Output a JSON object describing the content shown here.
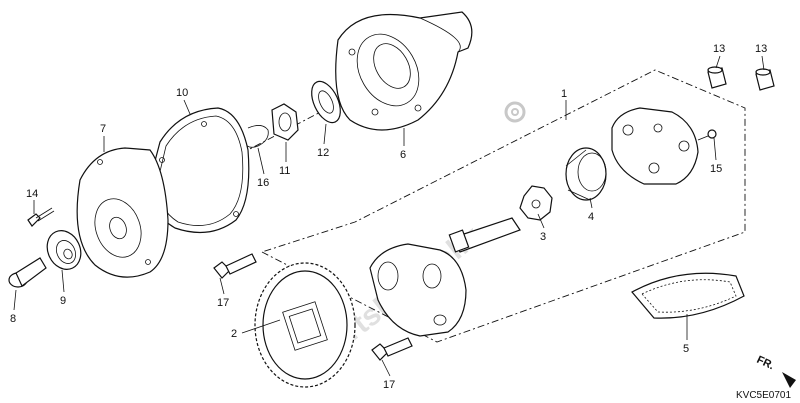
{
  "diagram": {
    "callouts": [
      {
        "key": "p1",
        "text": "1"
      },
      {
        "key": "p2",
        "text": "2"
      },
      {
        "key": "p3",
        "text": "3"
      },
      {
        "key": "p4",
        "text": "4"
      },
      {
        "key": "p5",
        "text": "5"
      },
      {
        "key": "p6",
        "text": "6"
      },
      {
        "key": "p7",
        "text": "7"
      },
      {
        "key": "p8",
        "text": "8"
      },
      {
        "key": "p9",
        "text": "9"
      },
      {
        "key": "p10",
        "text": "10"
      },
      {
        "key": "p11",
        "text": "11"
      },
      {
        "key": "p12",
        "text": "12"
      },
      {
        "key": "p13a",
        "text": "13"
      },
      {
        "key": "p13b",
        "text": "13"
      },
      {
        "key": "p14",
        "text": "14"
      },
      {
        "key": "p15",
        "text": "15"
      },
      {
        "key": "p16",
        "text": "16"
      },
      {
        "key": "p17a",
        "text": "17"
      },
      {
        "key": "p17b",
        "text": "17"
      }
    ],
    "direction_marker": "FR.",
    "drawing_code": "KVC5E0701",
    "watermark": "PartsRepublik"
  }
}
